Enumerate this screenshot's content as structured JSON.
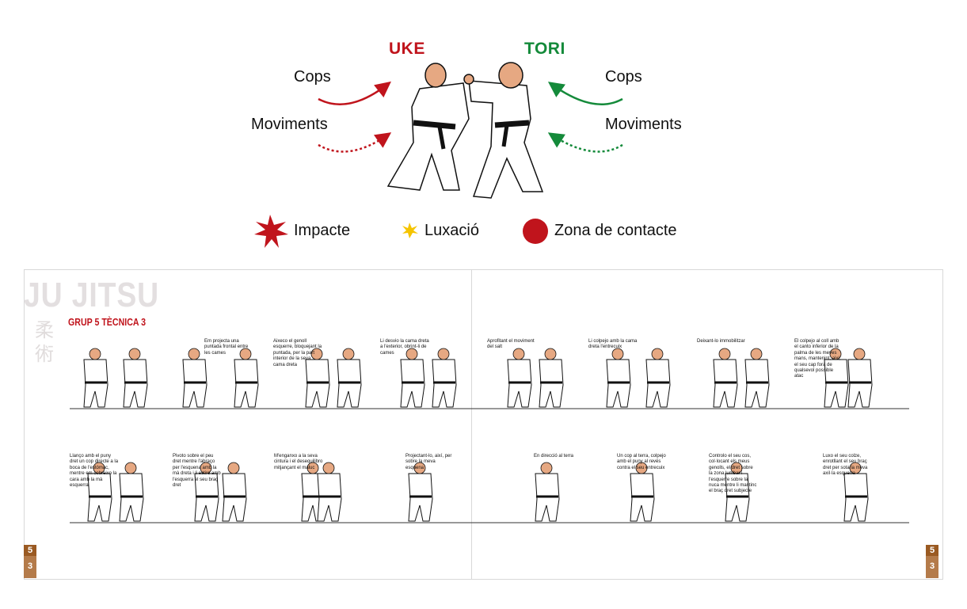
{
  "header": {
    "uke": "UKE",
    "tori": "TORI",
    "uke_color": "#c0141c",
    "tori_color": "#148a3a",
    "left_cops": "Cops",
    "left_moviments": "Moviments",
    "right_cops": "Cops",
    "right_moviments": "Moviments"
  },
  "legend": [
    {
      "icon": "impact-star-icon",
      "label": "Impacte",
      "color": "#c0141c"
    },
    {
      "icon": "luxation-star-icon",
      "label": "Luxació",
      "color": "#f5c400"
    },
    {
      "icon": "contact-zone-dot-icon",
      "label": "Zona de contacte",
      "color": "#c0141c"
    }
  ],
  "book": {
    "title": "JU JITSU",
    "kanji": "柔術",
    "subtitle": "GRUP 5 TÈCNICA 3",
    "left_page": {
      "top": "5",
      "bottom": "3"
    },
    "right_page": {
      "top": "5",
      "bottom": "3"
    },
    "steps": [
      {
        "caption": ""
      },
      {
        "caption": "Em projecta una puntada frontal entre les cames"
      },
      {
        "caption": "Aixeco el genoll esquerre, bloquejant la puntada, per la part interior de la seva cama dreta"
      },
      {
        "caption": "Li desvio la cama dreta a l'exterior, obrint-li de cames"
      },
      {
        "caption": "Aprofitant el moviment del salt"
      },
      {
        "caption": "Li colpejo amb la cama dreta l'entrecuix"
      },
      {
        "caption": "Deixant-lo immobilitzar"
      },
      {
        "caption": "El colpejo al coll amb el canto inferior de la palma de les meves mans, mantenint, així, el seu cap fora de qualsevol possible atac"
      },
      {
        "caption": "Llanço amb el puny dret un cop directe a la boca de l'estómac, mentre em cobreixo la cara amb la mà esquerra"
      },
      {
        "caption": "Pivoto sobre el peu dret mentre l'abraço per l'esquena amb la mà dreta i li estiro amb l'esquerra el seu braç dret"
      },
      {
        "caption": "M'enganxo a la seva cintura i el desequilibro mitjançant el maluc"
      },
      {
        "caption": "Projectant-lo, així, per sobre la meva esquena"
      },
      {
        "caption": "En direcció al terra"
      },
      {
        "caption": "Un cop al terra, colpejo amb el puny al revés contra el seu entrecuix"
      },
      {
        "caption": "Controlo el seu cos, col·locant els meus genolls, el dret sobre la zona lumbar i l'esquerre sobre la nuca mentre li mantinc el braç dret subjecte"
      },
      {
        "caption": "Luxo el seu colze, enrotllant el seu braç dret per sota la meva axil·la esquerra"
      }
    ]
  }
}
